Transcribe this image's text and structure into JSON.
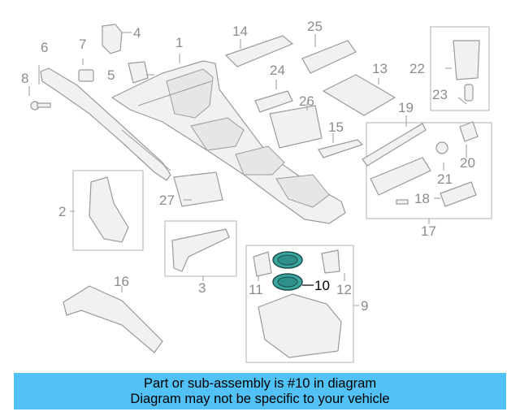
{
  "callouts": {
    "n1": "1",
    "n2": "2",
    "n3": "3",
    "n4": "4",
    "n5": "5",
    "n6": "6",
    "n7": "7",
    "n8": "8",
    "n9": "9",
    "n10": "10",
    "n11": "11",
    "n12": "12",
    "n13": "13",
    "n14": "14",
    "n15": "15",
    "n16": "16",
    "n17": "17",
    "n18": "18",
    "n19": "19",
    "n20": "20",
    "n21": "21",
    "n22": "22",
    "n23": "23",
    "n24": "24",
    "n25": "25",
    "n26": "26",
    "n27": "27"
  },
  "highlight": {
    "part_number": "10",
    "color": "#3aa6a0"
  },
  "banner": {
    "line1": "Part or sub-assembly is #10 in diagram",
    "line2": "Diagram may not be specific to your vehicle",
    "background": "#52c1f5"
  }
}
